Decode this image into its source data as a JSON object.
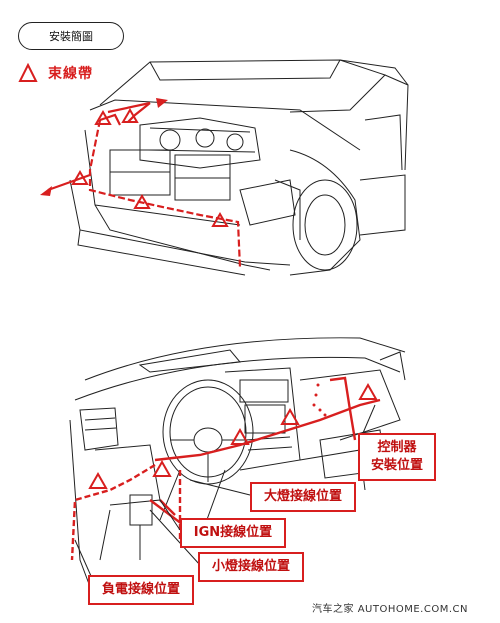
{
  "header": {
    "title": "安裝簡圖"
  },
  "legend": {
    "label": "束線帶"
  },
  "callouts": {
    "headlight": "大燈接線位置",
    "controller_line1": "控制器",
    "controller_line2": "安裝位置",
    "ign": "IGN接線位置",
    "small_light": "小燈接線位置",
    "negative": "負電接線位置"
  },
  "watermark": "汽车之家  AUTOHOME.COM.CN",
  "colors": {
    "accent": "#d81f1f",
    "line": "#222222"
  }
}
